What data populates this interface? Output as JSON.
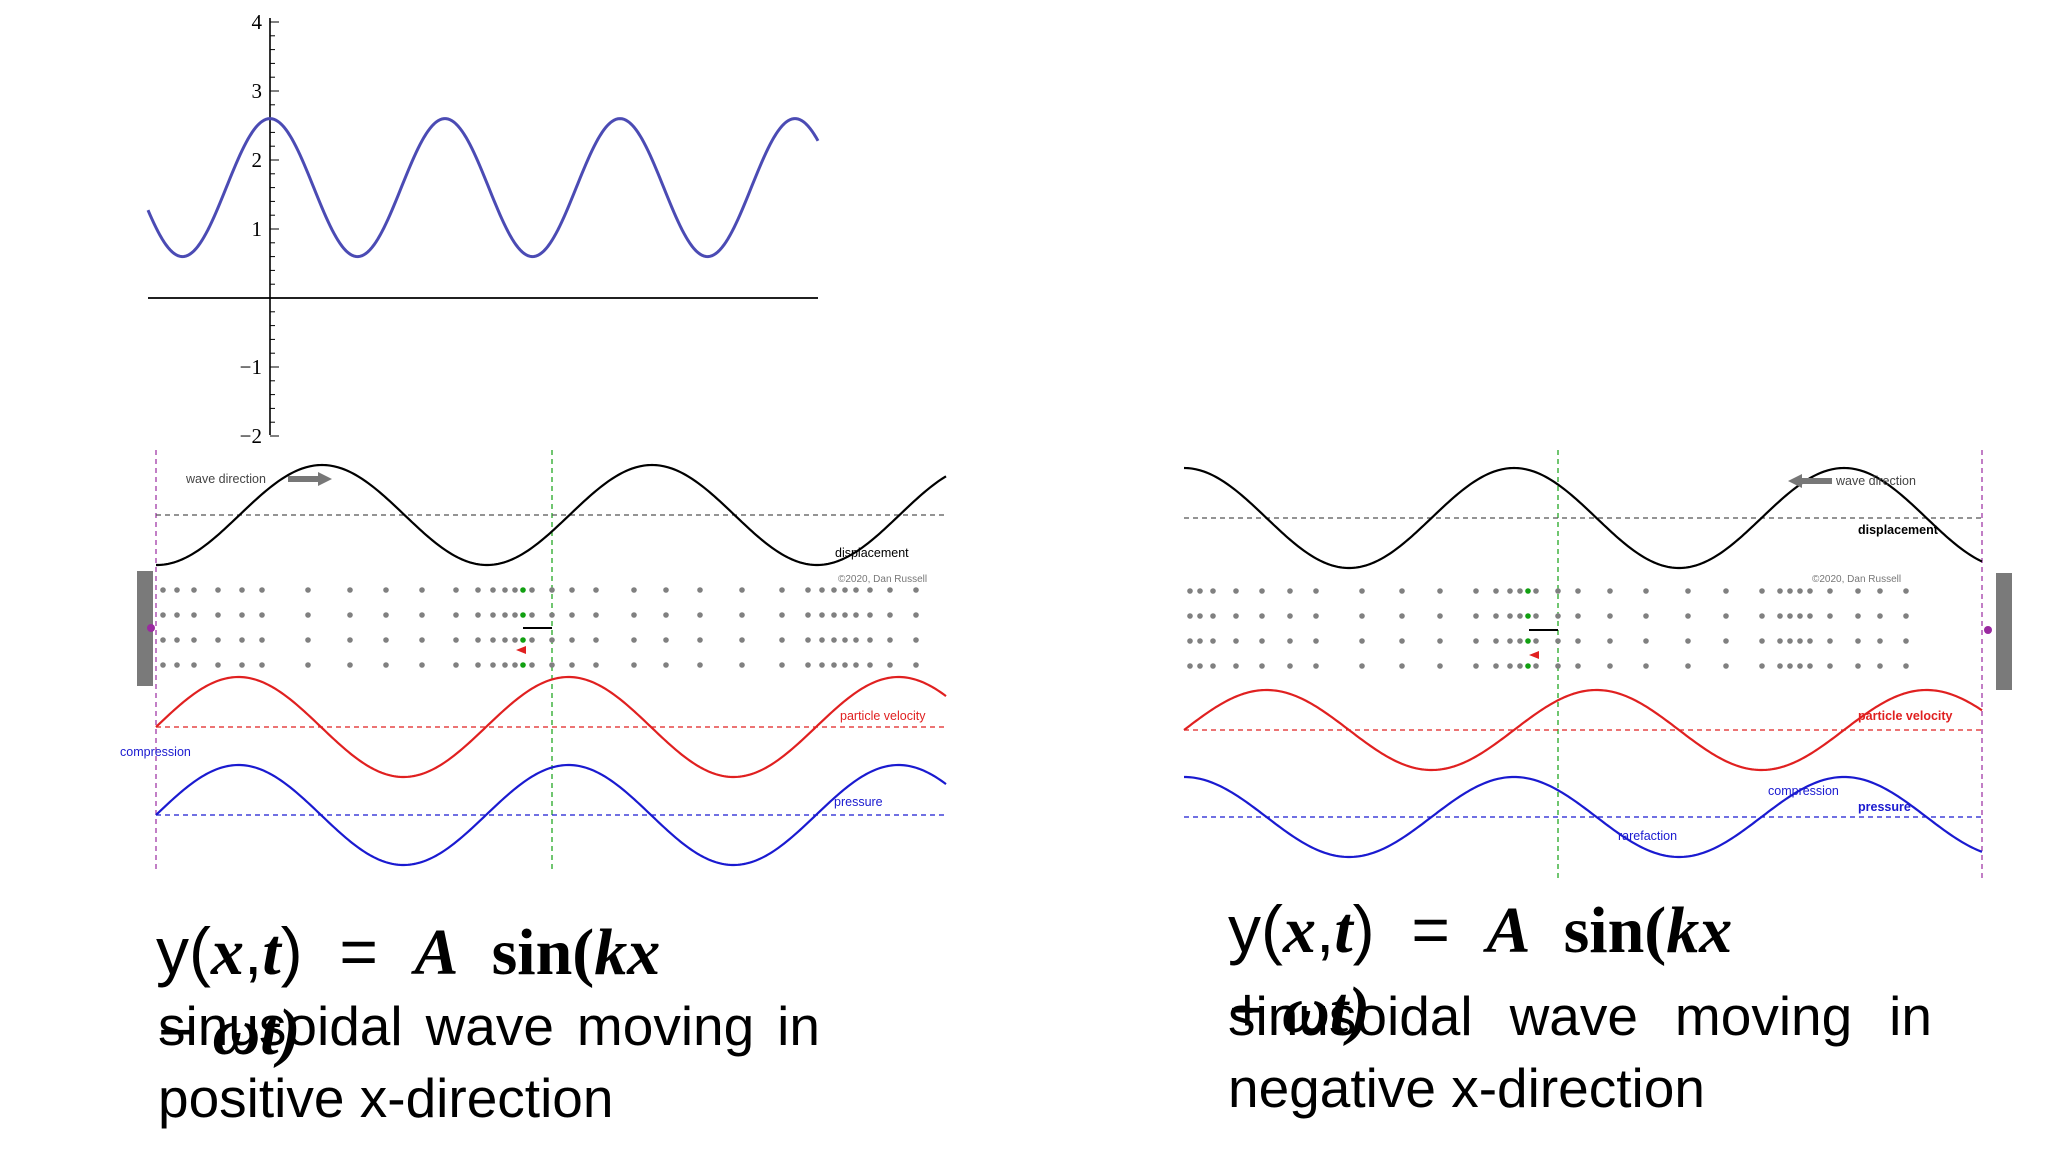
{
  "top_plot": {
    "y_ticks": [
      "4",
      "3",
      "2",
      "1",
      "−1",
      "−2"
    ],
    "y_range": [
      -2,
      4
    ],
    "curve": {
      "color": "#4b4bb4",
      "offset": 1.6,
      "amplitude": 1.0,
      "cycles_visible": 4
    }
  },
  "left_panel": {
    "wave_direction_label": "wave direction",
    "wave_direction": "right",
    "displacement_label": "displacement",
    "copyright": "©2020, Dan Russell",
    "particle_velocity_label": "particle velocity",
    "pressure_label": "pressure",
    "compression_label": "compression"
  },
  "right_panel": {
    "wave_direction_label": "wave direction",
    "wave_direction": "left",
    "displacement_label": "displacement",
    "copyright": "©2020, Dan Russell",
    "particle_velocity_label": "particle velocity",
    "pressure_label": "pressure",
    "compression_label": "compression",
    "rarefaction_label": "rarefaction"
  },
  "colors": {
    "displacement": "#000000",
    "velocity": "#e02020",
    "pressure": "#1a1ad0",
    "particle": "#808080",
    "marked_particle": "#11a011",
    "boundary": "#7a7a7a",
    "purple_marker": "#9a2aa0"
  },
  "equation_left": {
    "prefix": "y(",
    "x": "x",
    "comma": ",",
    "t": "t",
    "close_eq": ")  =  ",
    "A": "A",
    "sin": "  sin(",
    "kx": "kx",
    "wt": "− ωt)"
  },
  "equation_right": {
    "prefix": "y(",
    "x": "x",
    "comma": ",",
    "t": "t",
    "close_eq": ")  =  ",
    "A": "A",
    "sin": "  sin(",
    "kx": "kx",
    "wt": "+ ωt)"
  },
  "caption_left": "sinusoidal wave moving in positive x-direction",
  "caption_right": "sinusoidal wave moving in negative x-direction"
}
